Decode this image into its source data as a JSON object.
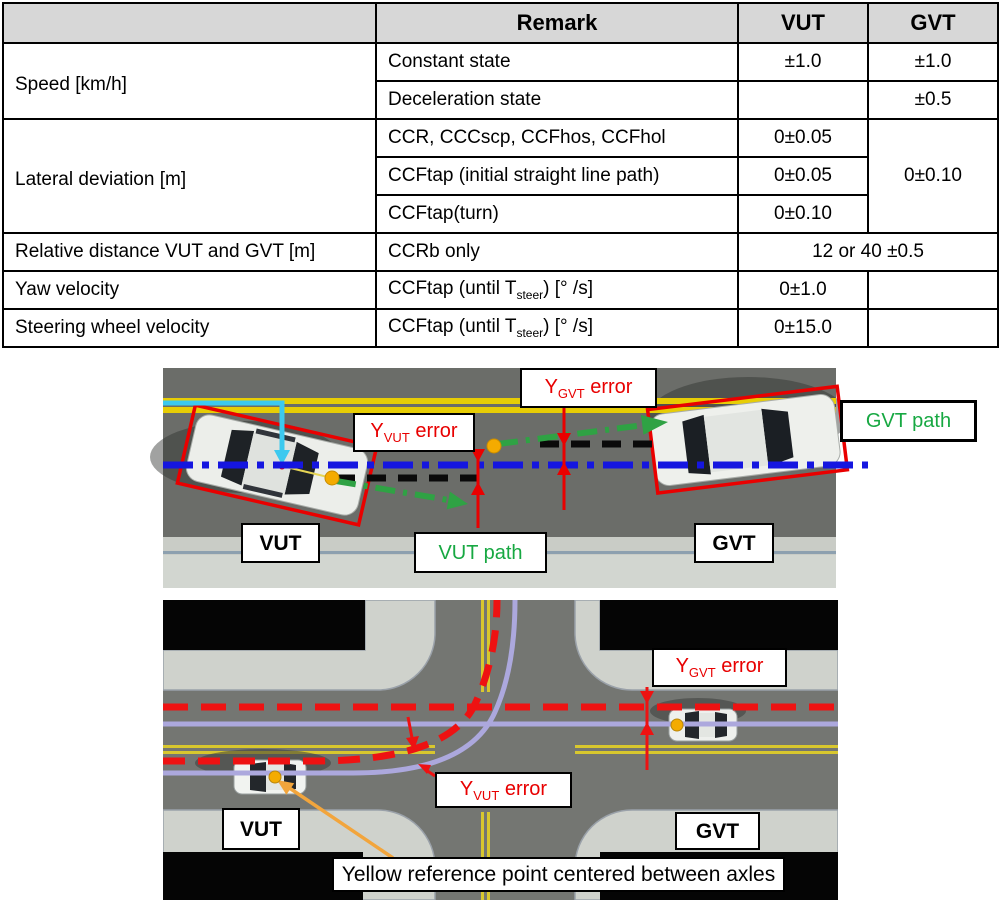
{
  "table": {
    "header": {
      "blank": "",
      "remark": "Remark",
      "vut": "VUT",
      "gvt": "GVT"
    },
    "rows": {
      "speed_label": "Speed [km/h]",
      "constant": {
        "remark": "Constant state",
        "vut": "±1.0",
        "gvt": "±1.0"
      },
      "decel": {
        "remark": "Deceleration state",
        "vut": "",
        "gvt": "±0.5"
      },
      "lateral_label": "Lateral deviation [m]",
      "lateral_gvt": "0±0.10",
      "ccr": {
        "remark": "CCR, CCCscp, CCFhos, CCFhol",
        "vut": "0±0.05"
      },
      "ccftap_init": {
        "remark": "CCFtap (initial straight line path)",
        "vut": "0±0.05"
      },
      "ccftap_turn": {
        "remark": "CCFtap(turn)",
        "vut": "0±0.10"
      },
      "reldist": {
        "label": "Relative distance VUT and GVT [m]",
        "remark": "CCRb only",
        "value": "12 or 40 ±0.5"
      },
      "yaw": {
        "label": "Yaw velocity",
        "remark_pre": "CCFtap (until T",
        "remark_sub": "steer",
        "remark_post": ") [° /s]",
        "vut": "0±1.0",
        "gvt": ""
      },
      "steer": {
        "label": "Steering wheel velocity",
        "remark_pre": "CCFtap (until T",
        "remark_sub": "steer",
        "remark_post": ") [° /s]",
        "vut": "0±15.0",
        "gvt": ""
      }
    }
  },
  "diagram1": {
    "ygvt_error": {
      "pre": "Y",
      "sub": "GVT",
      "post": " error"
    },
    "yvut_error": {
      "pre": "Y",
      "sub": "VUT",
      "post": " error"
    },
    "vut_label": "VUT",
    "gvt_label": "GVT",
    "vut_path": "VUT path",
    "gvt_path": "GVT path"
  },
  "diagram2": {
    "ygvt_error": {
      "pre": "Y",
      "sub": "GVT",
      "post": " error"
    },
    "yvut_error": {
      "pre": "Y",
      "sub": "VUT",
      "post": " error"
    },
    "vut_label": "VUT",
    "gvt_label": "GVT",
    "caption": "Yellow reference point centered between axles"
  },
  "colors": {
    "table_header_bg": "#d7d7d7",
    "reference_line_blue": "#1516e0",
    "error_red": "#e80000",
    "path_green": "#2fa244",
    "measure_cyan": "#3cc9ef",
    "reference_dot_yellow": "#f4ab00",
    "path_purple": "#aca8dd",
    "road_gray_1": "#6b6d69",
    "road_gray_2": "#747672",
    "sidewalk": "#cfd2cc",
    "lane_yellow": "#e7cd05"
  }
}
